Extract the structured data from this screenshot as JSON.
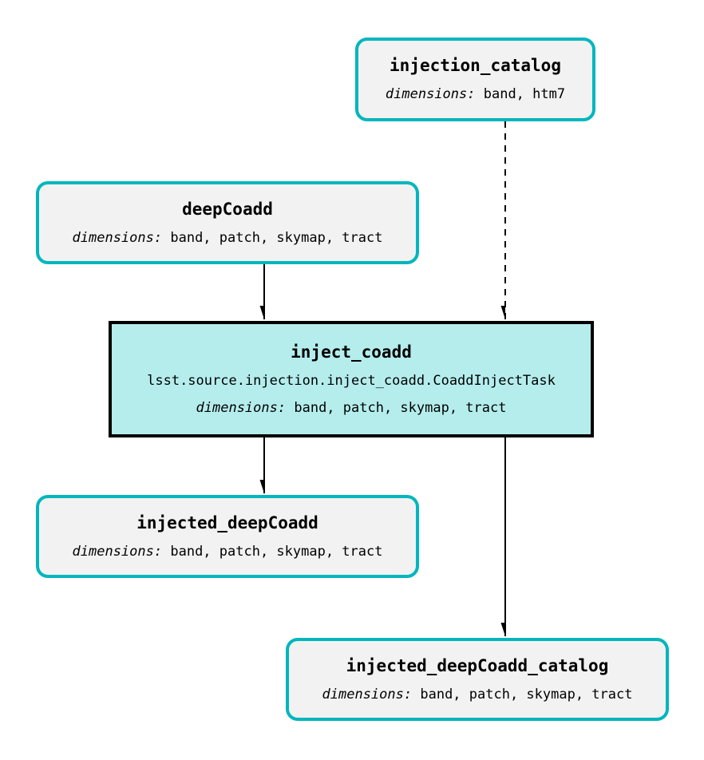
{
  "diagram": {
    "type": "pipeline-task-graph",
    "colors": {
      "background": "#ffffff",
      "dataset_border": "#00b6bd",
      "dataset_fill": "#f2f2f2",
      "task_border": "#000000",
      "task_fill": "#b5eded",
      "edge": "#000000",
      "text": "#000000"
    },
    "nodes": [
      {
        "id": "injection_catalog",
        "kind": "dataset",
        "title": "injection_catalog",
        "dimensions_label": "dimensions:",
        "dimensions": "band, htm7"
      },
      {
        "id": "deepCoadd",
        "kind": "dataset",
        "title": "deepCoadd",
        "dimensions_label": "dimensions:",
        "dimensions": "band, patch, skymap, tract"
      },
      {
        "id": "inject_coadd",
        "kind": "task",
        "title": "inject_coadd",
        "task_class": "lsst.source.injection.inject_coadd.CoaddInjectTask",
        "dimensions_label": "dimensions:",
        "dimensions": "band, patch, skymap, tract"
      },
      {
        "id": "injected_deepCoadd",
        "kind": "dataset",
        "title": "injected_deepCoadd",
        "dimensions_label": "dimensions:",
        "dimensions": "band, patch, skymap, tract"
      },
      {
        "id": "injected_deepCoadd_catalog",
        "kind": "dataset",
        "title": "injected_deepCoadd_catalog",
        "dimensions_label": "dimensions:",
        "dimensions": "band, patch, skymap, tract"
      }
    ],
    "edges": [
      {
        "from": "injection_catalog",
        "to": "inject_coadd",
        "style": "dashed"
      },
      {
        "from": "deepCoadd",
        "to": "inject_coadd",
        "style": "solid"
      },
      {
        "from": "inject_coadd",
        "to": "injected_deepCoadd",
        "style": "solid"
      },
      {
        "from": "inject_coadd",
        "to": "injected_deepCoadd_catalog",
        "style": "solid"
      }
    ]
  }
}
